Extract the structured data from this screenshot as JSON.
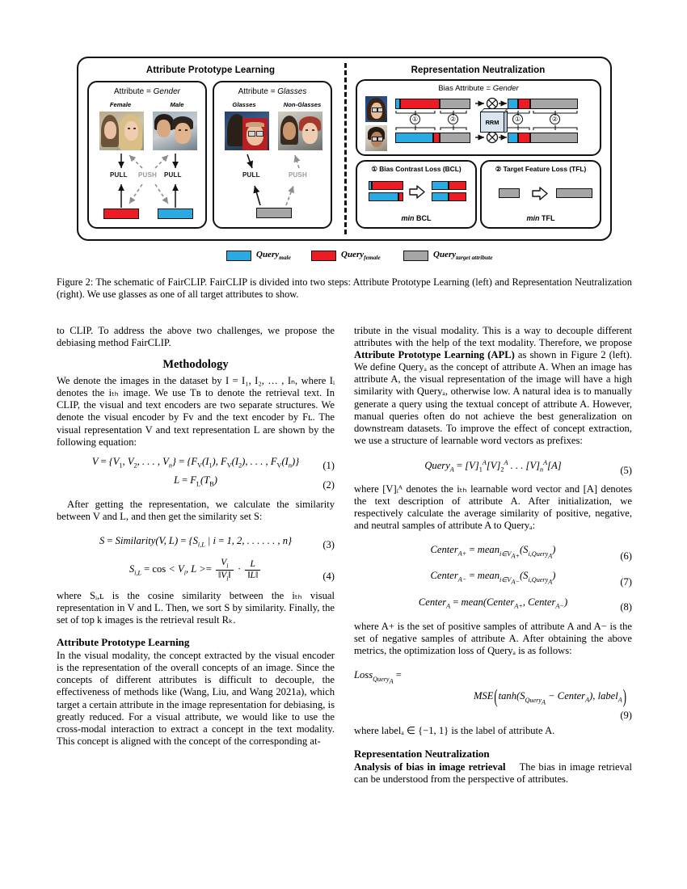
{
  "figure": {
    "left_panel_title": "Attribute Prototype Learning",
    "right_panel_title": "Representation Neutralization",
    "apl": {
      "panel1": {
        "heading_prefix": "Attribute = ",
        "heading_value": "Gender",
        "left_label": "Female",
        "right_label": "Male",
        "pull_left": "PULL",
        "push": "PUSH",
        "pull_right": "PULL",
        "bar_left_color": "#ED1C24",
        "bar_right_color": "#29ABE2"
      },
      "panel2": {
        "heading_prefix": "Attribute = ",
        "heading_value": "Glasses",
        "left_label": "Glasses",
        "right_label": "Non-Glasses",
        "pull": "PULL",
        "push": "PUSH",
        "bar_color": "#A6A6A6"
      }
    },
    "rn": {
      "bias_heading_prefix": "Bias Attribute = ",
      "bias_heading_value": "Gender",
      "rrm_label": "RRM",
      "marker_one": "①",
      "marker_two": "②",
      "loss1": {
        "title": "① Bias Contrast Loss (BCL)",
        "footer_italic": "min",
        "footer_rest": " BCL"
      },
      "loss2": {
        "title": "② Target Feature Loss (TFL)",
        "footer_italic": "min",
        "footer_rest": " TFL"
      }
    },
    "legend": [
      {
        "color": "#29ABE2",
        "base": "Query",
        "sub": "male"
      },
      {
        "color": "#ED1C24",
        "base": "Query",
        "sub": "female"
      },
      {
        "color": "#A6A6A6",
        "base": "Query",
        "sub": "target attribute"
      }
    ],
    "caption": "Figure 2: The schematic of FairCLIP. FairCLIP is divided into two steps: Attribute Prototype Learning (left) and Representation Neutralization (right). We use glasses as one of all target attributes to show."
  },
  "left_column": {
    "para_top": "to CLIP. To address the above two challenges, we propose the debiasing method FairCLIP.",
    "section_methodology": "Methodology",
    "para_denote": "We denote the images in the dataset by I = I₁, I₂, … , Iₙ, where Iᵢ denotes the iₜₕ image. We use Tʙ to denote the retrieval text. In CLIP, the visual and text encoders are two separate structures. We denote the visual encoder by Fᴠ and the text encoder by Fʟ. The visual representation V and text representation L are shown by the following equation:",
    "eq1_number": "(1)",
    "eq2_number": "(2)",
    "para_after_eq": "After getting the representation, we calculate the similarity between V and L, and then get the similarity set S:",
    "eq3_number": "(3)",
    "eq4_number": "(4)",
    "para_where": "where Sᵢ,ʟ is the cosine similarity between the iₜₕ visual representation in V and L. Then, we sort S by similarity. Finally, the set of top k images is the retrieval result Rₖ.",
    "subsection_apl": "Attribute Prototype Learning",
    "para_apl": "In the visual modality, the concept extracted by the visual encoder is the representation of the overall concepts of an image. Since the concepts of different attributes is difficult to decouple, the effectiveness of methods like (Wang, Liu, and Wang 2021a), which target a certain attribute in the image representation for debiasing, is greatly reduced. For a visual attribute, we would like to use the cross-modal interaction to extract a concept in the text modality. This concept is aligned with the concept of the corresponding at-"
  },
  "right_column": {
    "para_tribute_a": "tribute in the visual modality. This is a way to decouple different attributes with the help of the text modality. Therefore, we propose ",
    "para_tribute_bold": "Attribute Prototype Learning (APL)",
    "para_tribute_b": " as shown in Figure 2 (left). We define Queryₐ as the concept of attribute A. When an image has attribute A, the visual representation of the image will have a high similarity with Queryₐ, otherwise low. A natural idea is to manually generate a query using the textual concept of attribute A. However, manual queries often do not achieve the best generalization on downstream datasets. To improve the effect of concept extraction, we use a structure of learnable word vectors as prefixes:",
    "eq5_number": "(5)",
    "para_where_v": "where [V]ᵢᴬ denotes the iₜₕ learnable word vector and [A] denotes the text description of attribute A. After initialization, we respectively calculate the average similarity of positive, negative, and neutral samples of attribute A to Queryₐ:",
    "eq6_number": "(6)",
    "eq7_number": "(7)",
    "eq8_number": "(8)",
    "para_where_ap": "where A+ is the set of positive samples of attribute A and A− is the set of negative samples of attribute A. After obtaining the above metrics, the optimization loss of Queryₐ is as follows:",
    "eq9_number": "(9)",
    "para_label": "where labelₐ ∈ {−1, 1} is the label of attribute A.",
    "subsection_rn": "Representation Neutralization",
    "para_analysis_bold": "Analysis of bias in image retrieval",
    "para_analysis_rest": "The bias in image retrieval can be understood from the perspective of attributes."
  },
  "colors": {
    "blue": "#29ABE2",
    "red": "#ED1C24",
    "grey": "#A6A6A6",
    "rrm_fill": "#D9E4F0"
  }
}
